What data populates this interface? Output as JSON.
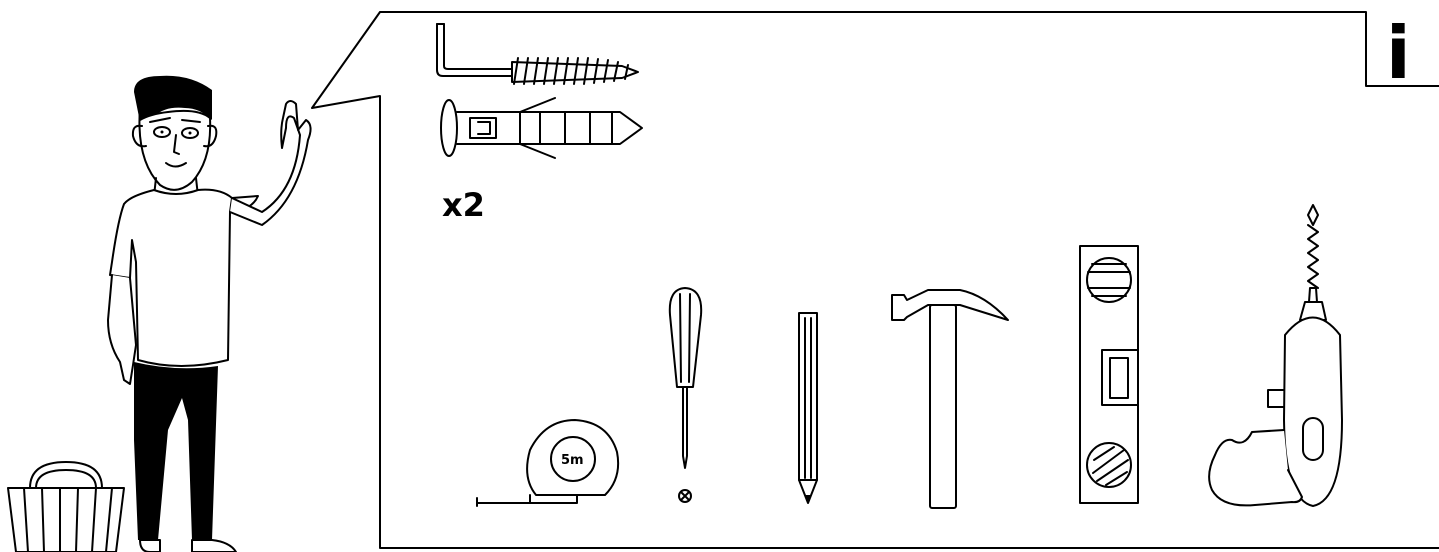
{
  "info_symbol": "i",
  "quantity": "x2",
  "tape_measure": {
    "label": "5m"
  },
  "icons": [
    "person-icon",
    "basket-icon",
    "hook-screw-icon",
    "wall-plug-icon",
    "tape-measure-icon",
    "screwdriver-icon",
    "pencil-icon",
    "hammer-icon",
    "spirit-level-icon",
    "drill-icon"
  ],
  "colors": {
    "line": "#000000",
    "background": "#ffffff"
  }
}
